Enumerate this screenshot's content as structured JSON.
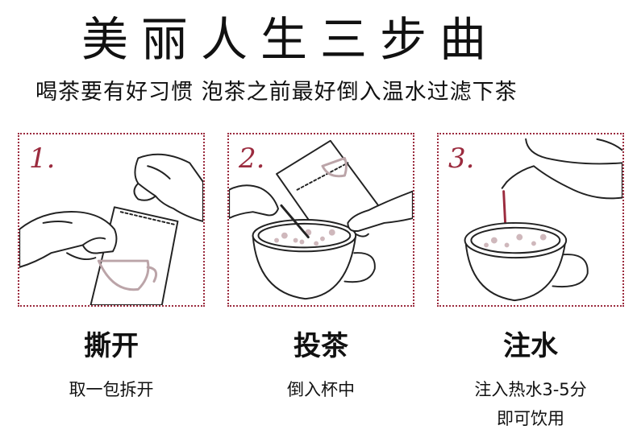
{
  "title": "美丽人生三步曲",
  "subtitle": "喝茶要有好习惯 泡茶之前最好倒入温水过滤下茶",
  "steps": [
    {
      "number": "1.",
      "title": "撕开",
      "desc": [
        "取一包拆开"
      ]
    },
    {
      "number": "2.",
      "title": "投茶",
      "desc": [
        "倒入杯中"
      ]
    },
    {
      "number": "3.",
      "title": "注水",
      "desc": [
        "注入热水3-5分",
        "即可饮用"
      ]
    }
  ],
  "colors": {
    "accent": "#9b2b3e",
    "text": "#111111"
  }
}
